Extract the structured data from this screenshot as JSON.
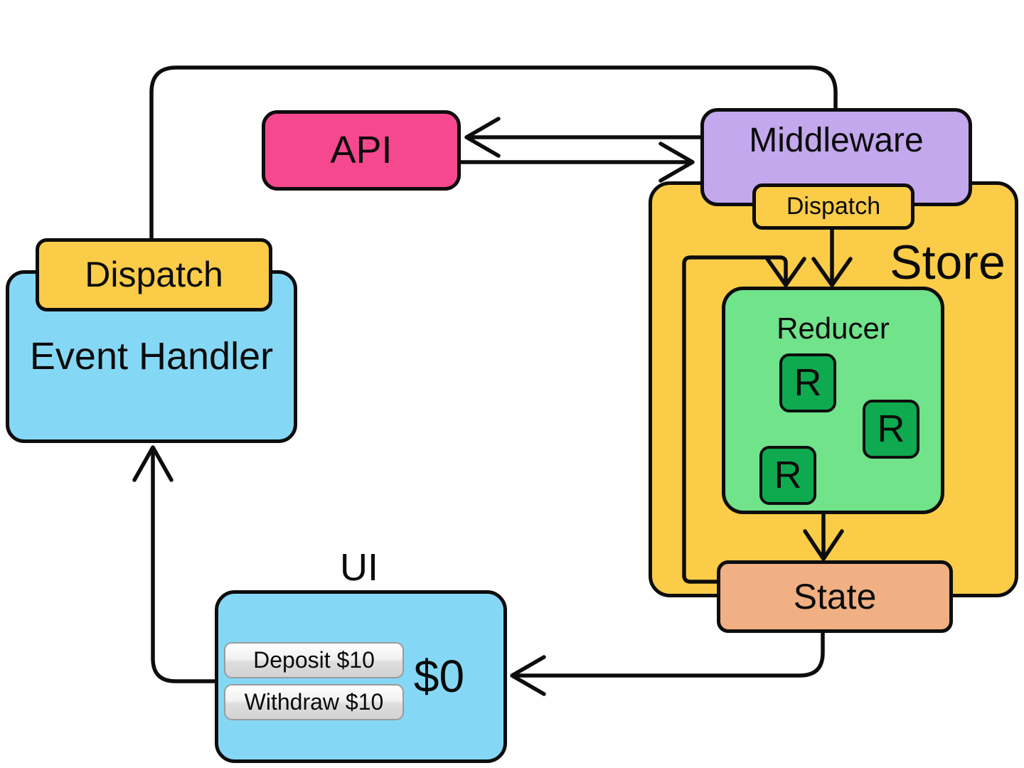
{
  "colors": {
    "pink": "#F6488F",
    "purple": "#C3A8ED",
    "yellow": "#FACC48",
    "green-light": "#70E38B",
    "green-dark": "#0FA94F",
    "peach": "#F0B083",
    "blue": "#85D8F5",
    "line": "#0d0d0d"
  },
  "nodes": {
    "api": {
      "label": "API"
    },
    "middleware": {
      "label": "Middleware"
    },
    "store": {
      "label": "Store",
      "dispatch": {
        "label": "Dispatch"
      },
      "reducer": {
        "label": "Reducer",
        "reducers": [
          "R",
          "R",
          "R"
        ]
      },
      "state": {
        "label": "State"
      }
    },
    "event_handler": {
      "label": "Event Handler",
      "dispatch": {
        "label": "Dispatch"
      }
    },
    "ui": {
      "label": "UI",
      "balance": "$0",
      "buttons": {
        "deposit": "Deposit $10",
        "withdraw": "Withdraw $10"
      }
    }
  }
}
